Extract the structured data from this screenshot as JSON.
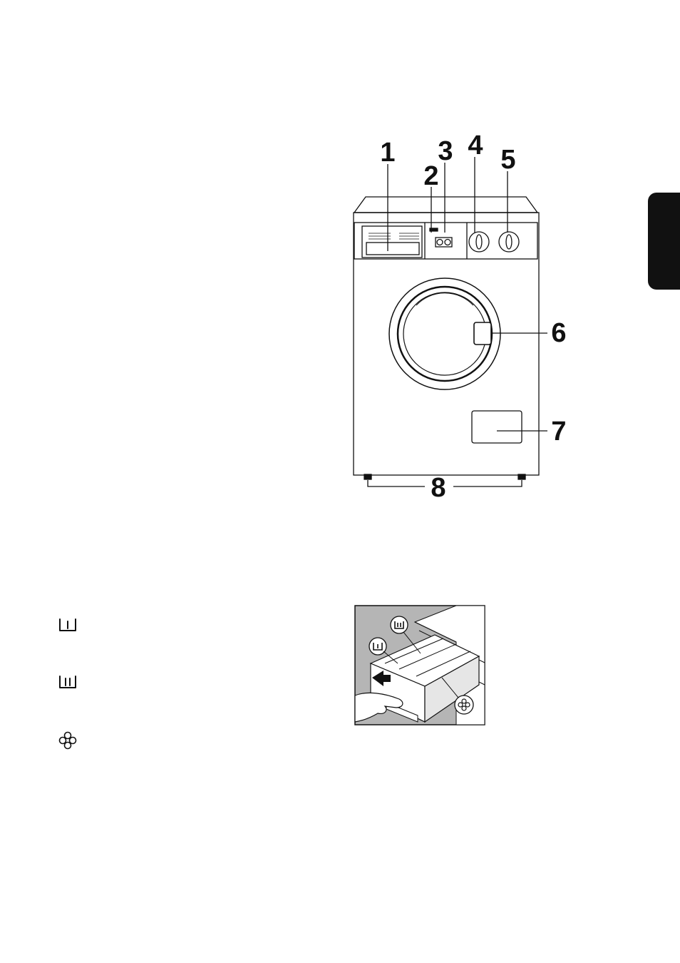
{
  "figure_washer": {
    "callouts": [
      {
        "id": "1",
        "label": "1"
      },
      {
        "id": "2",
        "label": "2"
      },
      {
        "id": "3",
        "label": "3"
      },
      {
        "id": "4",
        "label": "4"
      },
      {
        "id": "5",
        "label": "5"
      },
      {
        "id": "6",
        "label": "6"
      },
      {
        "id": "7",
        "label": "7"
      },
      {
        "id": "8",
        "label": "8"
      }
    ]
  },
  "legend": [
    {
      "icon": "prewash-compartment-icon"
    },
    {
      "icon": "main-wash-compartment-icon"
    },
    {
      "icon": "softener-compartment-icon"
    }
  ],
  "colors": {
    "ink": "#111111",
    "tab": "#111111",
    "photo_bg": "#b5b5b5"
  }
}
